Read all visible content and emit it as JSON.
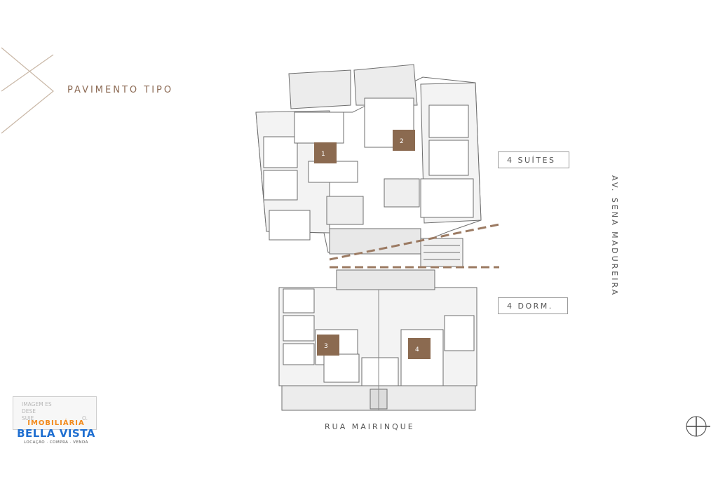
{
  "title": "PAVIMENTO TIPO",
  "tags": {
    "suites": "4 SUÍTES",
    "dorm": "4 DORM."
  },
  "streets": {
    "bottom": "RUA MAIRINQUE",
    "side": "AV. SENA MADUREIRA"
  },
  "units": [
    "1",
    "2",
    "3",
    "4"
  ],
  "watermark": {
    "line1": "IMAGEM ES",
    "line2": "DESE",
    "line3": "SUJE",
    "tail": "O."
  },
  "logo": {
    "top": "IMOBILIÁRIA",
    "brand": "BELLA VISTA",
    "sub": "LOCAÇÃO · COMPRA · VENDA"
  },
  "colors": {
    "accent": "#8c6a54",
    "unit_box": "#8b6a50",
    "dash": "#9b7a62",
    "logo_orange": "#f28a1b",
    "logo_blue": "#1f6fd1"
  }
}
